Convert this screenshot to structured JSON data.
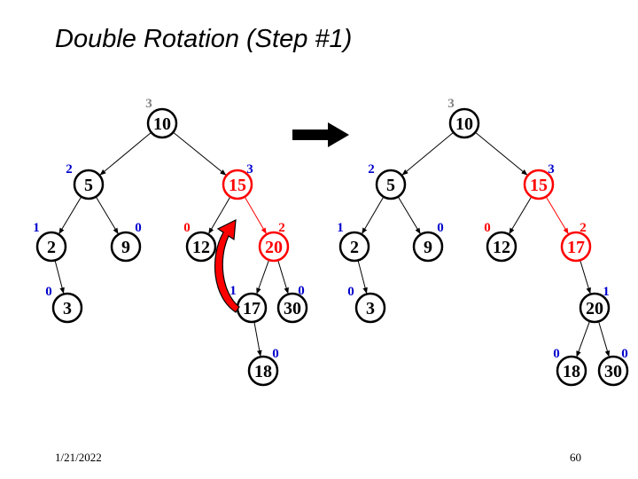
{
  "slide": {
    "title": "Double Rotation (Step #1)",
    "date": "1/21/2022",
    "page_number": "60"
  },
  "colors": {
    "normal": "#000000",
    "highlight": "#ff0000",
    "balance_default": "#0000cc",
    "balance_root": "#808080"
  },
  "trees": [
    {
      "name": "before",
      "nodes": [
        {
          "id": "n10",
          "label": "10",
          "balance": "3",
          "balance_color": "gray"
        },
        {
          "id": "n5",
          "label": "5",
          "balance": "2"
        },
        {
          "id": "n15",
          "label": "15",
          "balance": "3",
          "highlight": true
        },
        {
          "id": "n2",
          "label": "2",
          "balance": "1"
        },
        {
          "id": "n9",
          "label": "9",
          "balance": "0"
        },
        {
          "id": "n12",
          "label": "12",
          "balance": "0",
          "balance_color": "red"
        },
        {
          "id": "n20",
          "label": "20",
          "balance": "2",
          "highlight": true,
          "balance_color": "red"
        },
        {
          "id": "n3",
          "label": "3",
          "balance": "0"
        },
        {
          "id": "n17",
          "label": "17",
          "balance": "1"
        },
        {
          "id": "n30",
          "label": "30",
          "balance": "0"
        },
        {
          "id": "n18",
          "label": "18",
          "balance": "0"
        }
      ],
      "edges": [
        {
          "from": "n10",
          "to": "n5"
        },
        {
          "from": "n10",
          "to": "n15"
        },
        {
          "from": "n5",
          "to": "n2"
        },
        {
          "from": "n5",
          "to": "n9"
        },
        {
          "from": "n15",
          "to": "n12"
        },
        {
          "from": "n15",
          "to": "n20",
          "highlight": true
        },
        {
          "from": "n2",
          "to": "n3"
        },
        {
          "from": "n20",
          "to": "n17"
        },
        {
          "from": "n20",
          "to": "n30"
        },
        {
          "from": "n17",
          "to": "n18"
        }
      ]
    },
    {
      "name": "after",
      "nodes": [
        {
          "id": "m10",
          "label": "10",
          "balance": "3",
          "balance_color": "gray"
        },
        {
          "id": "m5",
          "label": "5",
          "balance": "2"
        },
        {
          "id": "m15",
          "label": "15",
          "balance": "3",
          "highlight": true
        },
        {
          "id": "m2",
          "label": "2",
          "balance": "1"
        },
        {
          "id": "m9",
          "label": "9",
          "balance": "0"
        },
        {
          "id": "m12",
          "label": "12",
          "balance": "0",
          "balance_color": "red"
        },
        {
          "id": "m17",
          "label": "17",
          "balance": "2",
          "highlight": true,
          "balance_color": "red"
        },
        {
          "id": "m3",
          "label": "3",
          "balance": "0"
        },
        {
          "id": "m20",
          "label": "20",
          "balance": "1"
        },
        {
          "id": "m18",
          "label": "18",
          "balance": "0"
        },
        {
          "id": "m30",
          "label": "30",
          "balance": "0"
        }
      ],
      "edges": [
        {
          "from": "m10",
          "to": "m5"
        },
        {
          "from": "m10",
          "to": "m15"
        },
        {
          "from": "m5",
          "to": "m2"
        },
        {
          "from": "m5",
          "to": "m9"
        },
        {
          "from": "m15",
          "to": "m12"
        },
        {
          "from": "m15",
          "to": "m17",
          "highlight": true
        },
        {
          "from": "m2",
          "to": "m3"
        },
        {
          "from": "m17",
          "to": "m20"
        },
        {
          "from": "m20",
          "to": "m18"
        },
        {
          "from": "m20",
          "to": "m30"
        }
      ]
    }
  ],
  "icons": {
    "transform_arrow": "right-arrow-icon",
    "rotation_arrow": "curved-rotation-arrow-icon"
  }
}
